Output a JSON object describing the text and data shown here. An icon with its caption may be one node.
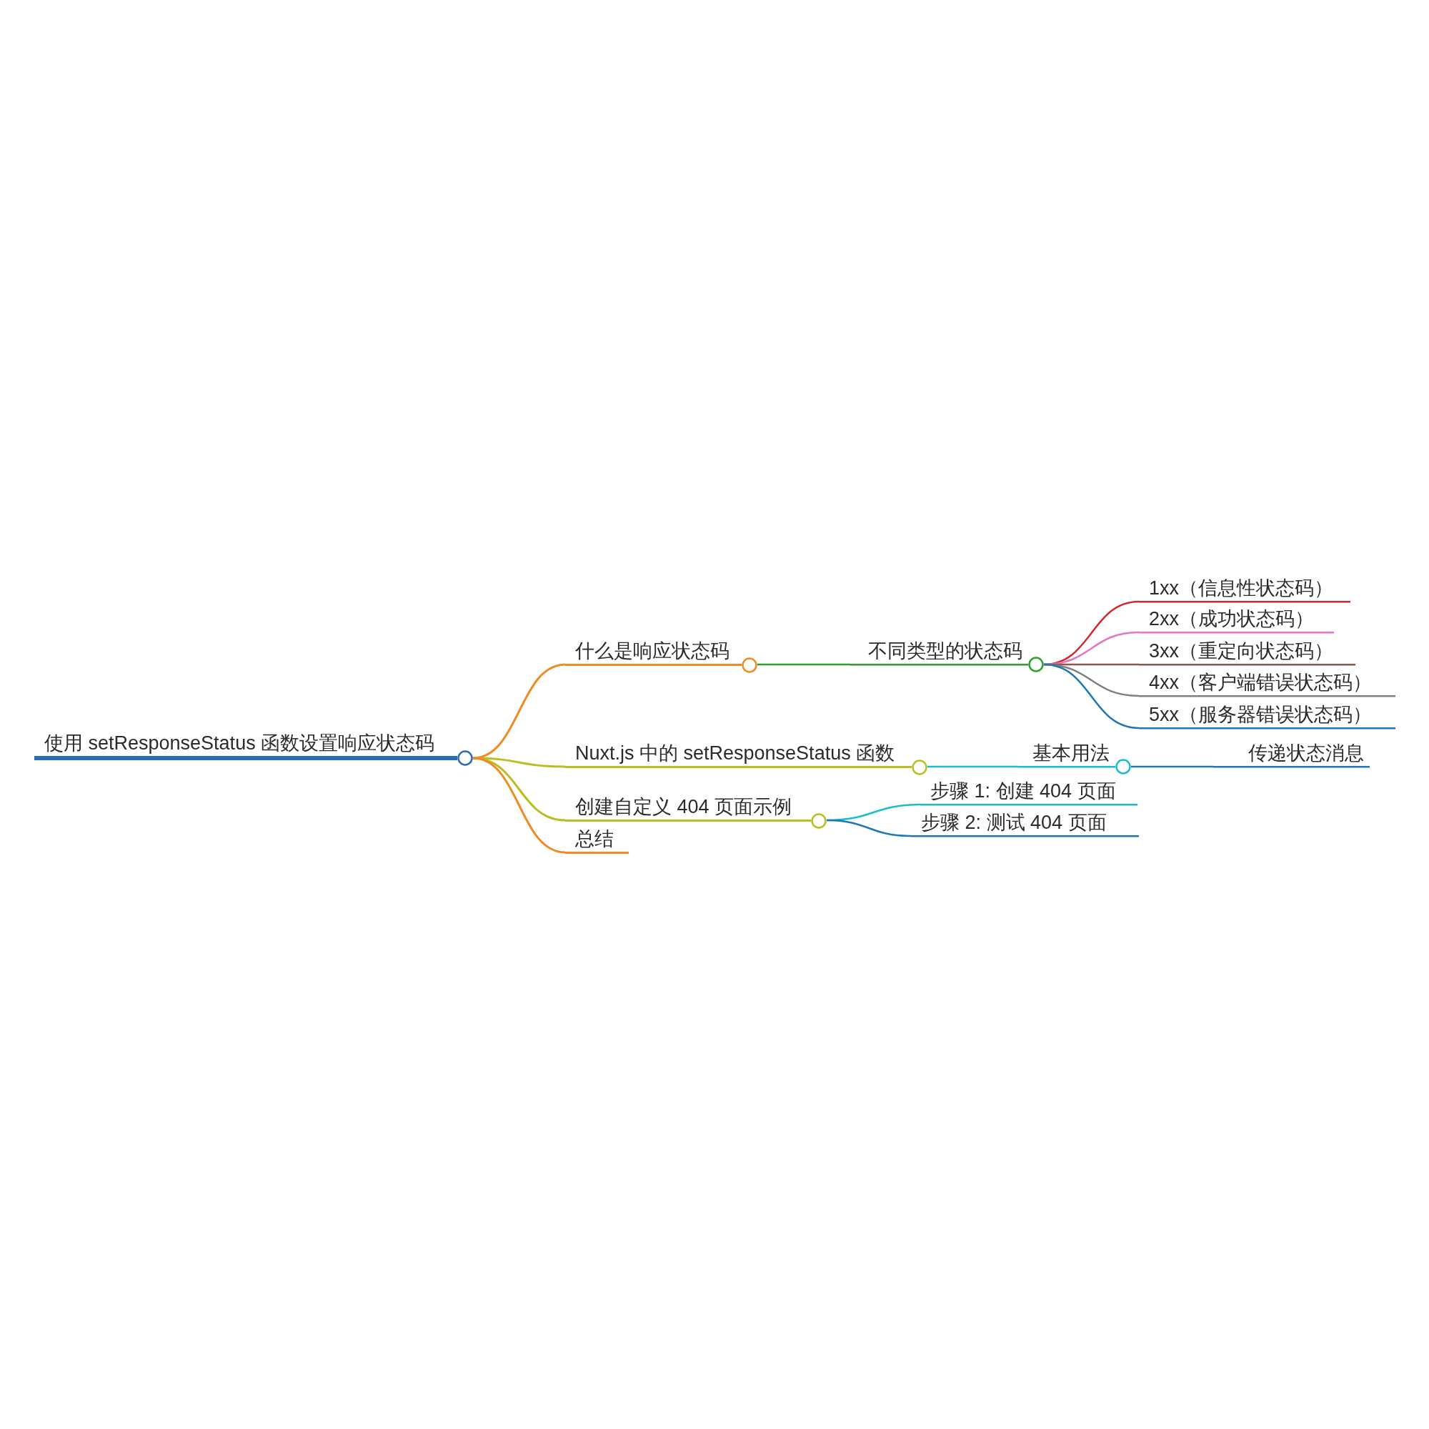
{
  "diagram": {
    "nodes": [
      {
        "text": [
          "使用 setResponseStatus 函数设置响应状态码"
        ]
      },
      {
        "text": [
          "什么是响应状态码"
        ]
      },
      {
        "text": [
          "不同类型的状态码"
        ]
      },
      {
        "text": [
          "1xx（信息性状态码）"
        ]
      },
      {
        "text": [
          "2xx（成功状态码）"
        ]
      },
      {
        "text": [
          "3xx（重定向状态码）"
        ]
      },
      {
        "text": [
          "4xx（客户端错误状态码）"
        ]
      },
      {
        "text": [
          "5xx（服务器错误状态码）"
        ]
      },
      {
        "text": [
          "Nuxt.js 中的 setResponseStatus 函数"
        ]
      },
      {
        "text": [
          "基本用法"
        ]
      },
      {
        "text": [
          "传递状态消息"
        ]
      },
      {
        "text": [
          "创建自定义 404 页面示例"
        ]
      },
      {
        "text": [
          "步骤 1: 创建 404 页面"
        ]
      },
      {
        "text": [
          "步骤 2: 测试 404 页面"
        ]
      },
      {
        "text": [
          "总结"
        ]
      }
    ],
    "edges": [
      {
        "from": 0,
        "to": 1,
        "arrow": "none",
        "color": "#f08a24"
      },
      {
        "from": 1,
        "to": 2,
        "arrow": "none",
        "color": "#2ca02c"
      },
      {
        "from": 2,
        "to": 3,
        "arrow": "none",
        "color": "#d62728"
      },
      {
        "from": 2,
        "to": 4,
        "arrow": "none",
        "color": "#e377c2"
      },
      {
        "from": 2,
        "to": 5,
        "arrow": "none",
        "color": "#8c564b"
      },
      {
        "from": 2,
        "to": 6,
        "arrow": "none",
        "color": "#7f7f7f"
      },
      {
        "from": 2,
        "to": 7,
        "arrow": "none",
        "color": "#1f77b4"
      },
      {
        "from": 0,
        "to": 8,
        "arrow": "none",
        "color": "#bcbd22"
      },
      {
        "from": 8,
        "to": 9,
        "arrow": "none",
        "color": "#17becf"
      },
      {
        "from": 9,
        "to": 10,
        "arrow": "none",
        "color": "#1f77b4"
      },
      {
        "from": 0,
        "to": 11,
        "arrow": "none",
        "color": "#bcbd22"
      },
      {
        "from": 11,
        "to": 12,
        "arrow": "none",
        "color": "#17becf"
      },
      {
        "from": 11,
        "to": 13,
        "arrow": "none",
        "color": "#1f77b4"
      },
      {
        "from": 0,
        "to": 14,
        "arrow": "none",
        "color": "#f08a24"
      }
    ]
  }
}
